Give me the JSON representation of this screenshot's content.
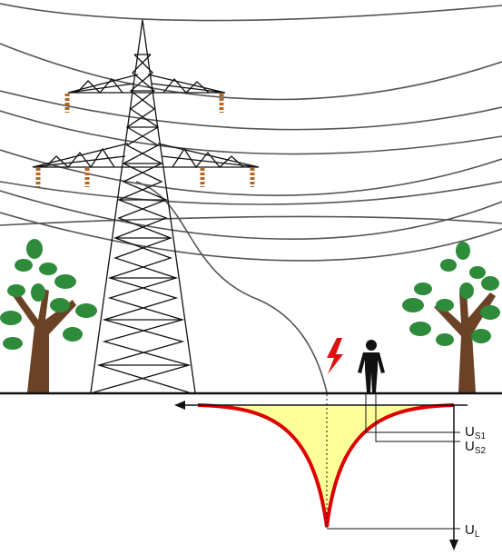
{
  "labels": {
    "us1_main": "U",
    "us1_sub": "S1",
    "us2_main": "U",
    "us2_sub": "S2",
    "ul_main": "U",
    "ul_sub": "L"
  },
  "colors": {
    "line": "#111111",
    "wire": "#555555",
    "insulator": "#b5651d",
    "potential_curve": "#dd0000",
    "potential_fill": "#ffff99",
    "lightning": "#dd1111",
    "tree_trunk": "#6b4226",
    "tree_leaf": "#2e8b3a"
  },
  "icons": [
    "transmission-tower-icon",
    "tree-icon",
    "person-icon",
    "lightning-bolt-icon",
    "insulator-icon"
  ]
}
